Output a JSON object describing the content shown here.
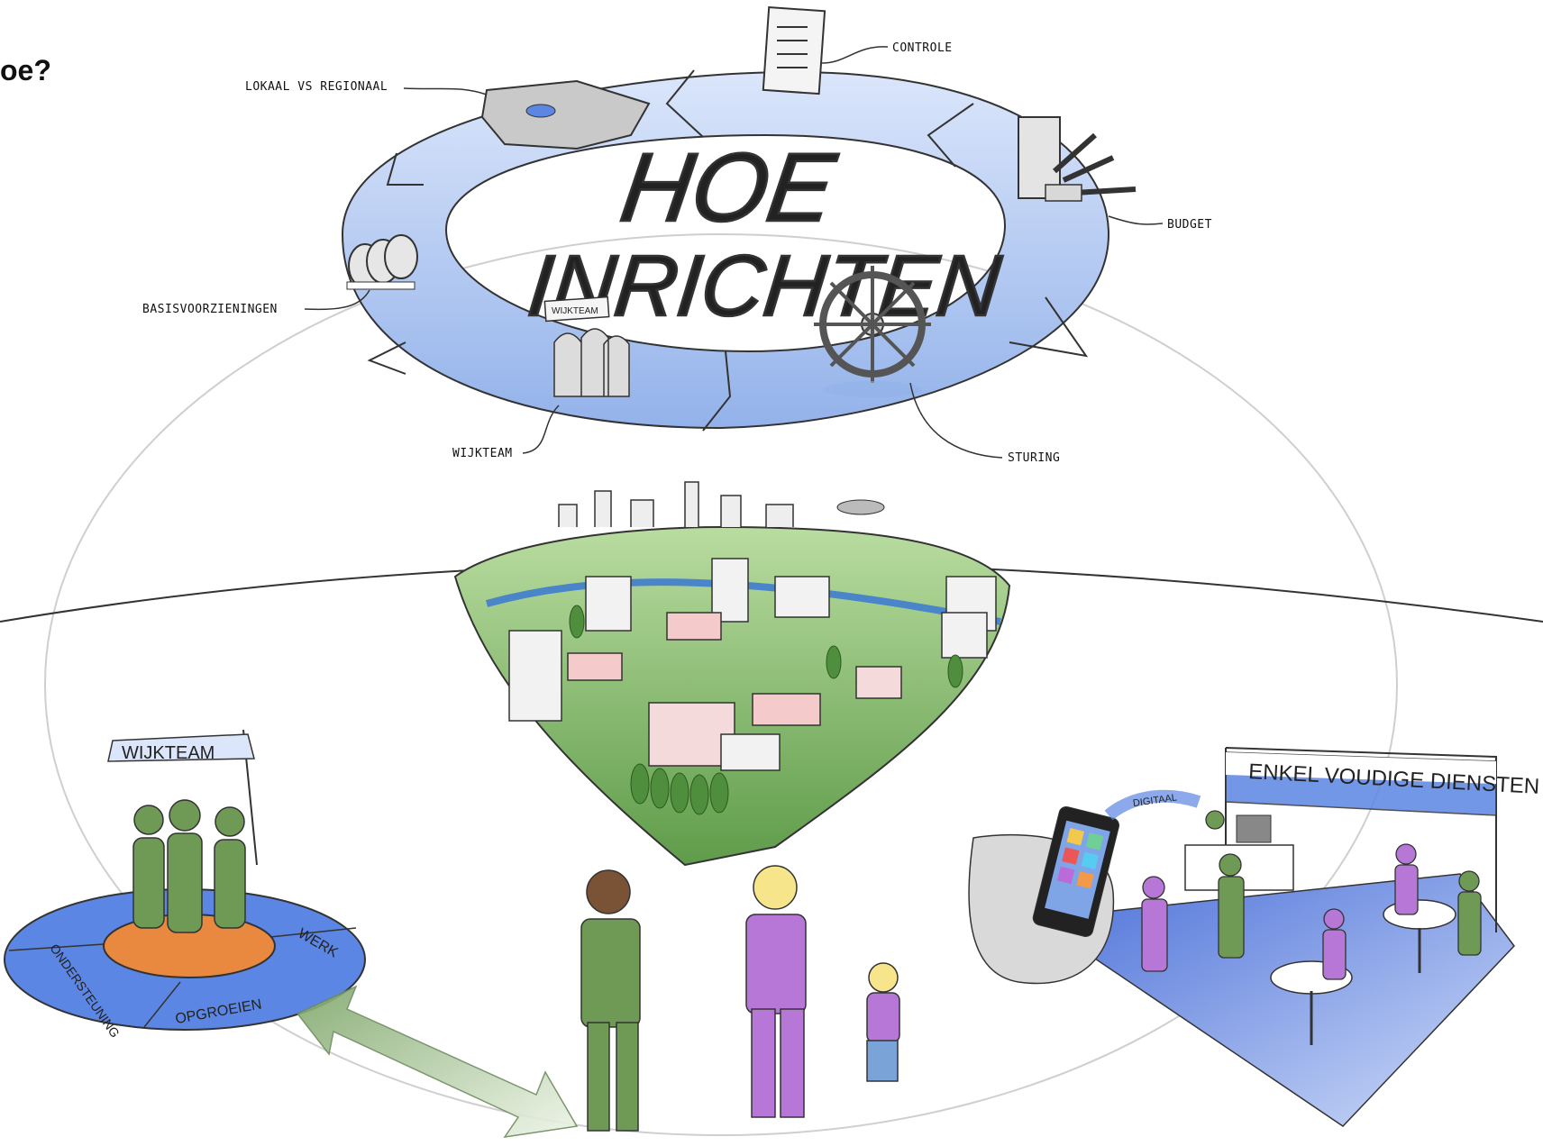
{
  "page": {
    "heading": "oe?"
  },
  "cycle": {
    "title_line1": "HOE",
    "title_line2": "INRICHTEN",
    "labels": {
      "controle": "CONTROLE",
      "lokaal": "LOKAAL VS REGIONAAL",
      "budget": "BUDGET",
      "basis": "BASISVOORZIENINGEN",
      "wijkteam": "WIJKTEAM",
      "sturing": "STURING"
    },
    "wijkteam_sign": "WIJKTEAM"
  },
  "left_group": {
    "banner": "WIJKTEAM",
    "segments": {
      "werk": "WERK",
      "ondersteuning": "ONDERSTEUNING",
      "opgroeien": "OPGROEIEN"
    }
  },
  "right_group": {
    "banner": "ENKEL VOUDIGE DIENSTEN",
    "digital": "DIGITAAL"
  },
  "colors": {
    "ring_blue": "#a9c3ee",
    "green_figure": "#6e9a56",
    "purple_figure": "#b777d6",
    "orange_disc": "#e9883f",
    "disc_blue": "#5b86e3"
  }
}
